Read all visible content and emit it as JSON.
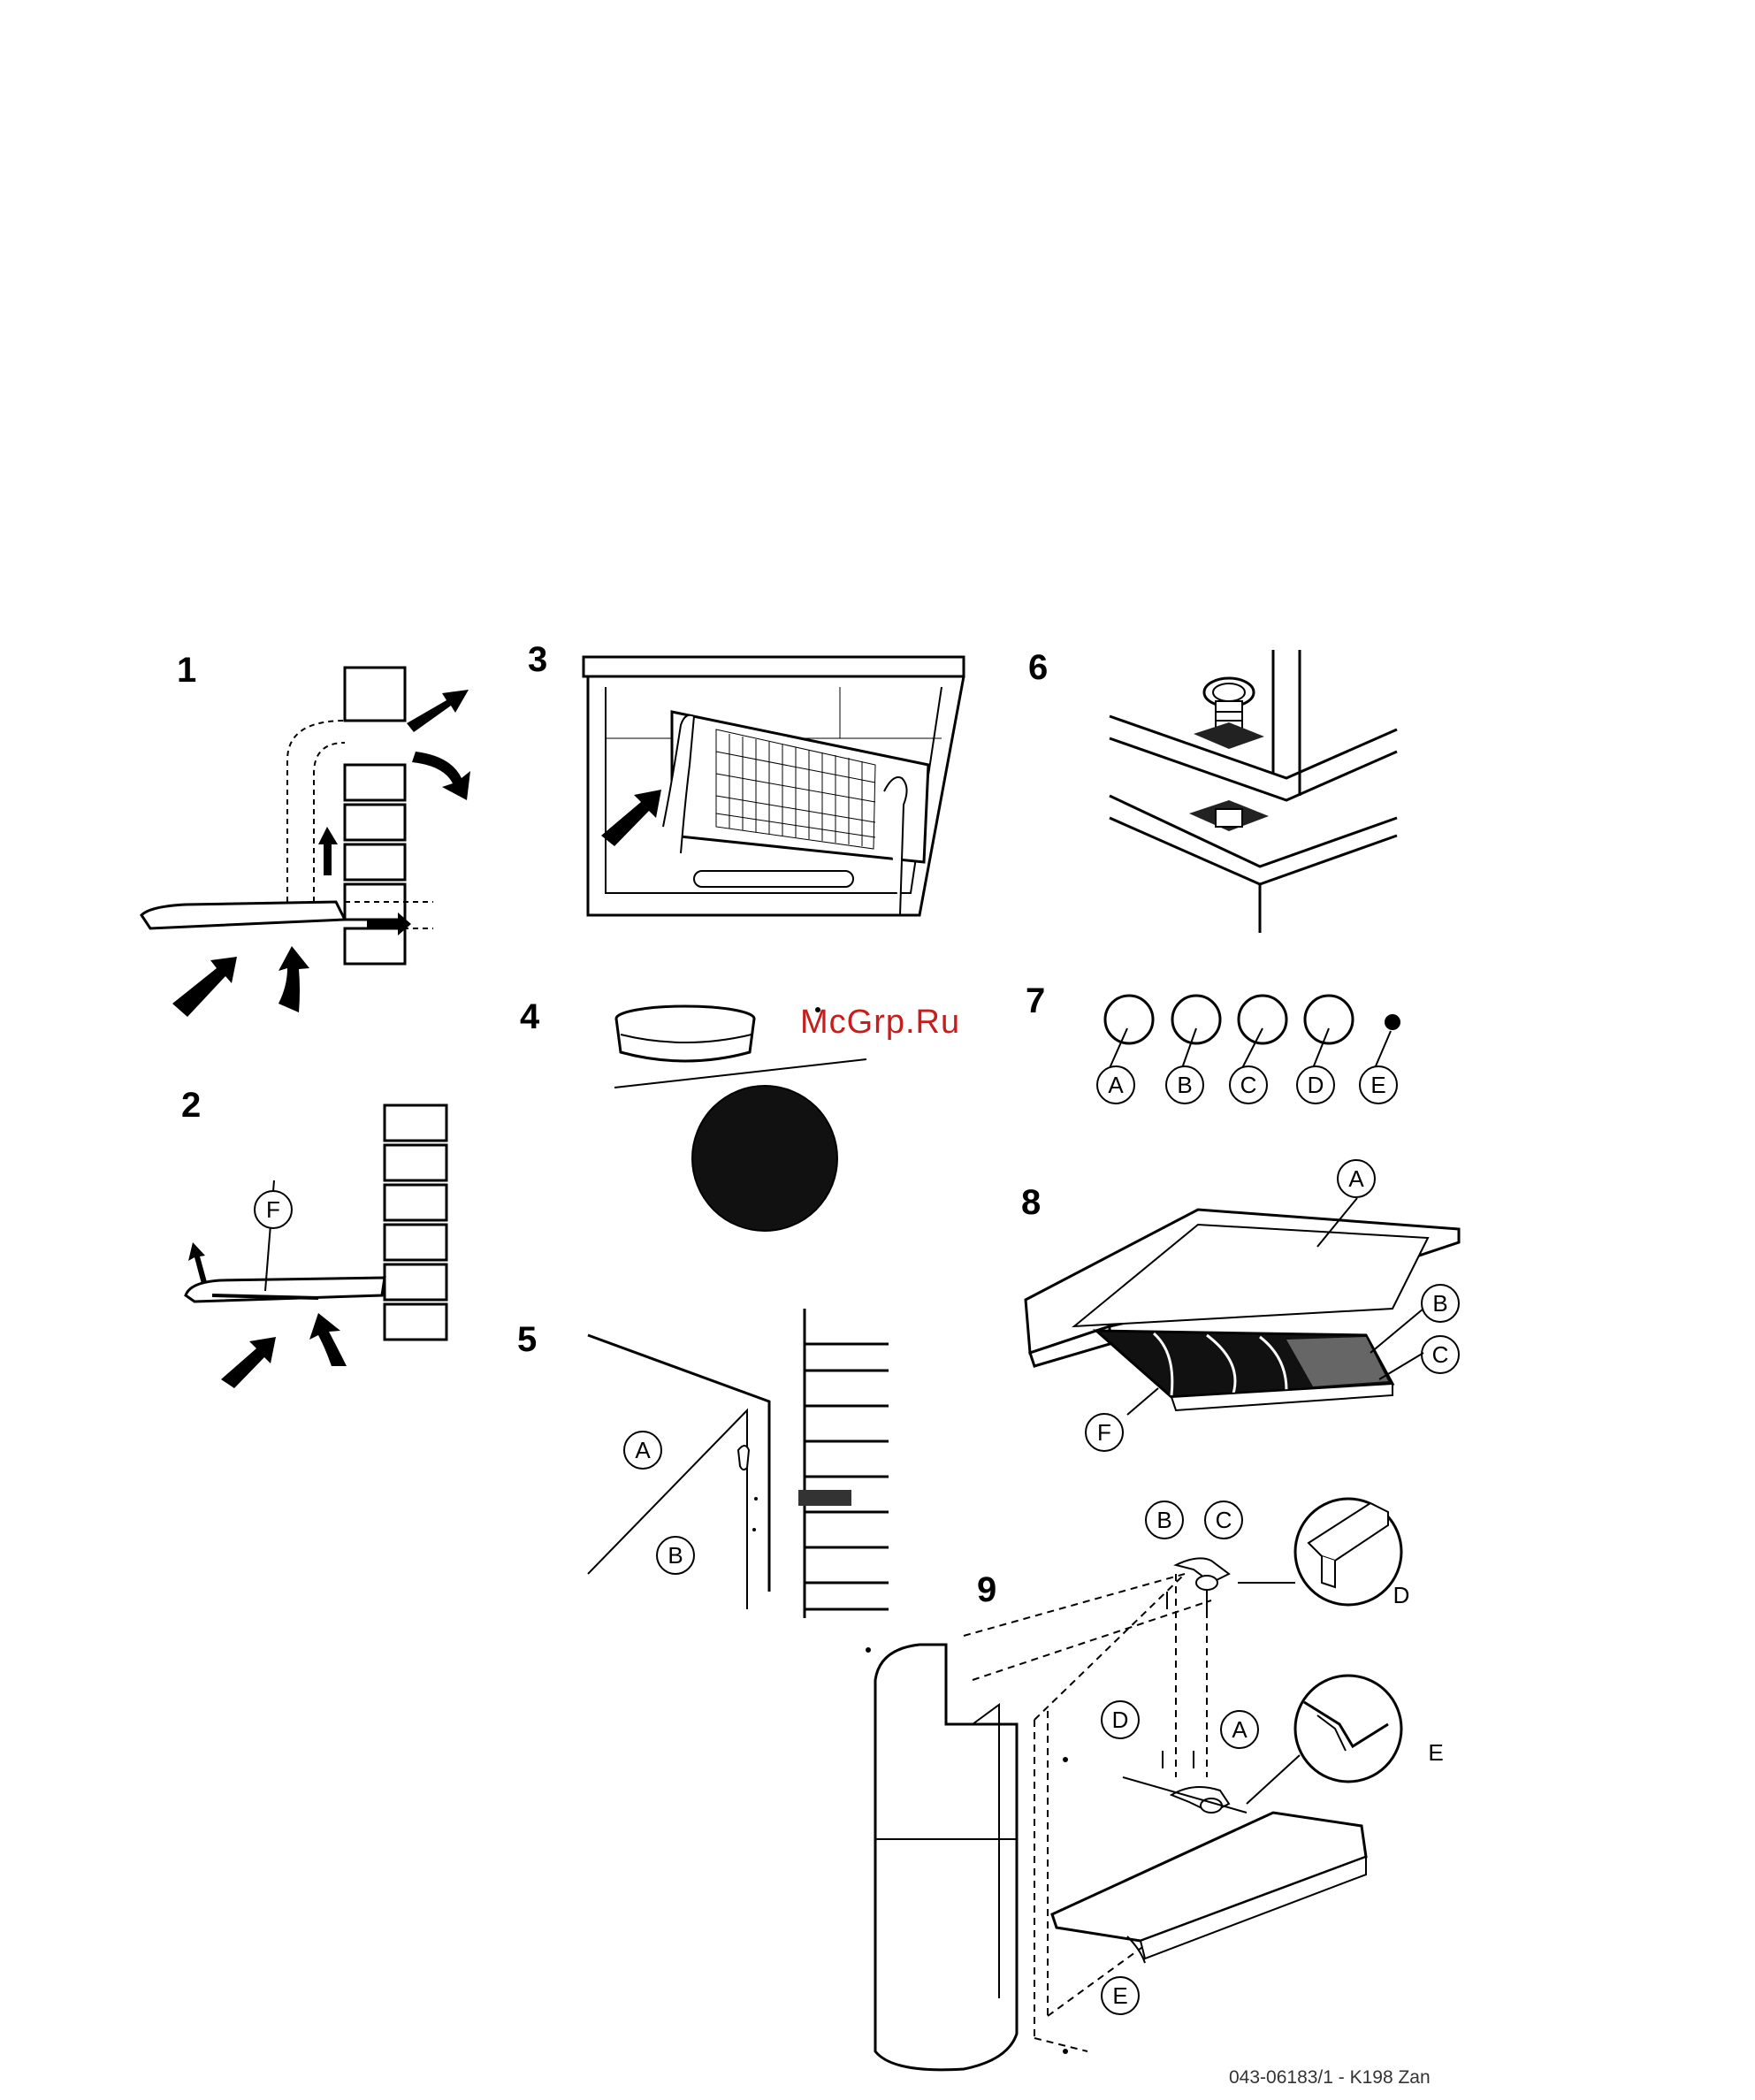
{
  "figures": [
    {
      "id": "fig-1",
      "number": "1"
    },
    {
      "id": "fig-2",
      "number": "2",
      "labels": [
        "F"
      ]
    },
    {
      "id": "fig-3",
      "number": "3"
    },
    {
      "id": "fig-4",
      "number": "4"
    },
    {
      "id": "fig-5",
      "number": "5",
      "labels": [
        "A",
        "B"
      ]
    },
    {
      "id": "fig-6",
      "number": "6"
    },
    {
      "id": "fig-7",
      "number": "7",
      "labels": [
        "A",
        "B",
        "C",
        "D",
        "E"
      ]
    },
    {
      "id": "fig-8",
      "number": "8",
      "labels": [
        "A",
        "B",
        "C",
        "F"
      ]
    },
    {
      "id": "fig-9",
      "number": "9",
      "labels": [
        "B",
        "C",
        "D",
        "D",
        "A",
        "E",
        "E"
      ]
    }
  ],
  "watermark": "McGrp.Ru",
  "footer_code": "043-06183/1 - K198 Zan"
}
